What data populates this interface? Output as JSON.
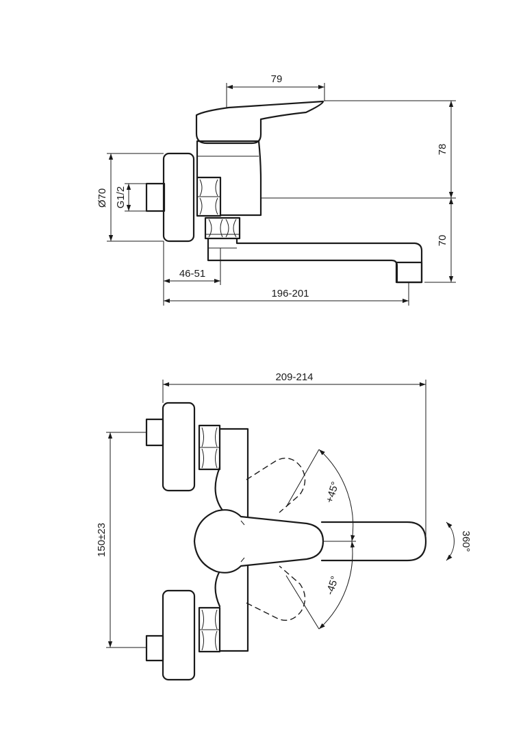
{
  "dimensions": {
    "handle_width": "79",
    "body_height": "78",
    "spout_height": "70",
    "flange_diameter": "Ø70",
    "thread": "G1/2",
    "eccentric_depth": "46-51",
    "spout_reach": "196-201",
    "total_reach": "209-214",
    "center_distance": "150±23",
    "lever_up": "+45°",
    "lever_down": "-45°",
    "spout_rotation": "360°"
  }
}
